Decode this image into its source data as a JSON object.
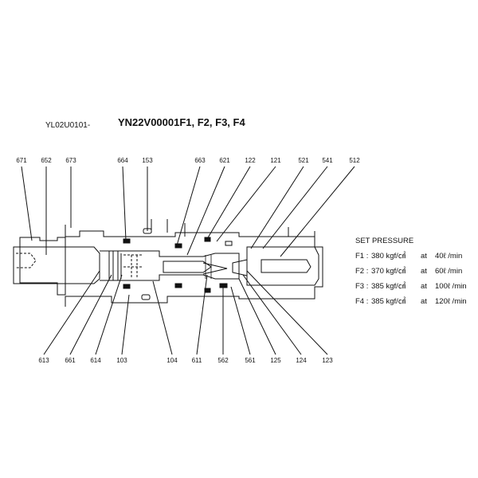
{
  "doc_id": "YL02U0101-",
  "title": "YN22V00001F1, F2, F3, F4",
  "top_labels": [
    "671",
    "652",
    "673",
    "664",
    "153",
    "663",
    "621",
    "122",
    "121",
    "521",
    "541",
    "512"
  ],
  "bottom_labels": [
    "613",
    "661",
    "614",
    "103",
    "104",
    "611",
    "562",
    "561",
    "125",
    "124",
    "123"
  ],
  "set_pressure": {
    "heading": "SET PRESSURE",
    "rows": [
      {
        "key": "F1 :",
        "pressure": "380 kgf/㎠",
        "at": "at",
        "flow": "40ℓ /min"
      },
      {
        "key": "F2 :",
        "pressure": "370 kgf/㎠",
        "at": "at",
        "flow": "60ℓ /min"
      },
      {
        "key": "F3 :",
        "pressure": "385 kgf/㎠",
        "at": "at",
        "flow": "100ℓ /min"
      },
      {
        "key": "F4 :",
        "pressure": "385 kgf/㎠",
        "at": "at",
        "flow": "120ℓ /min"
      }
    ]
  }
}
